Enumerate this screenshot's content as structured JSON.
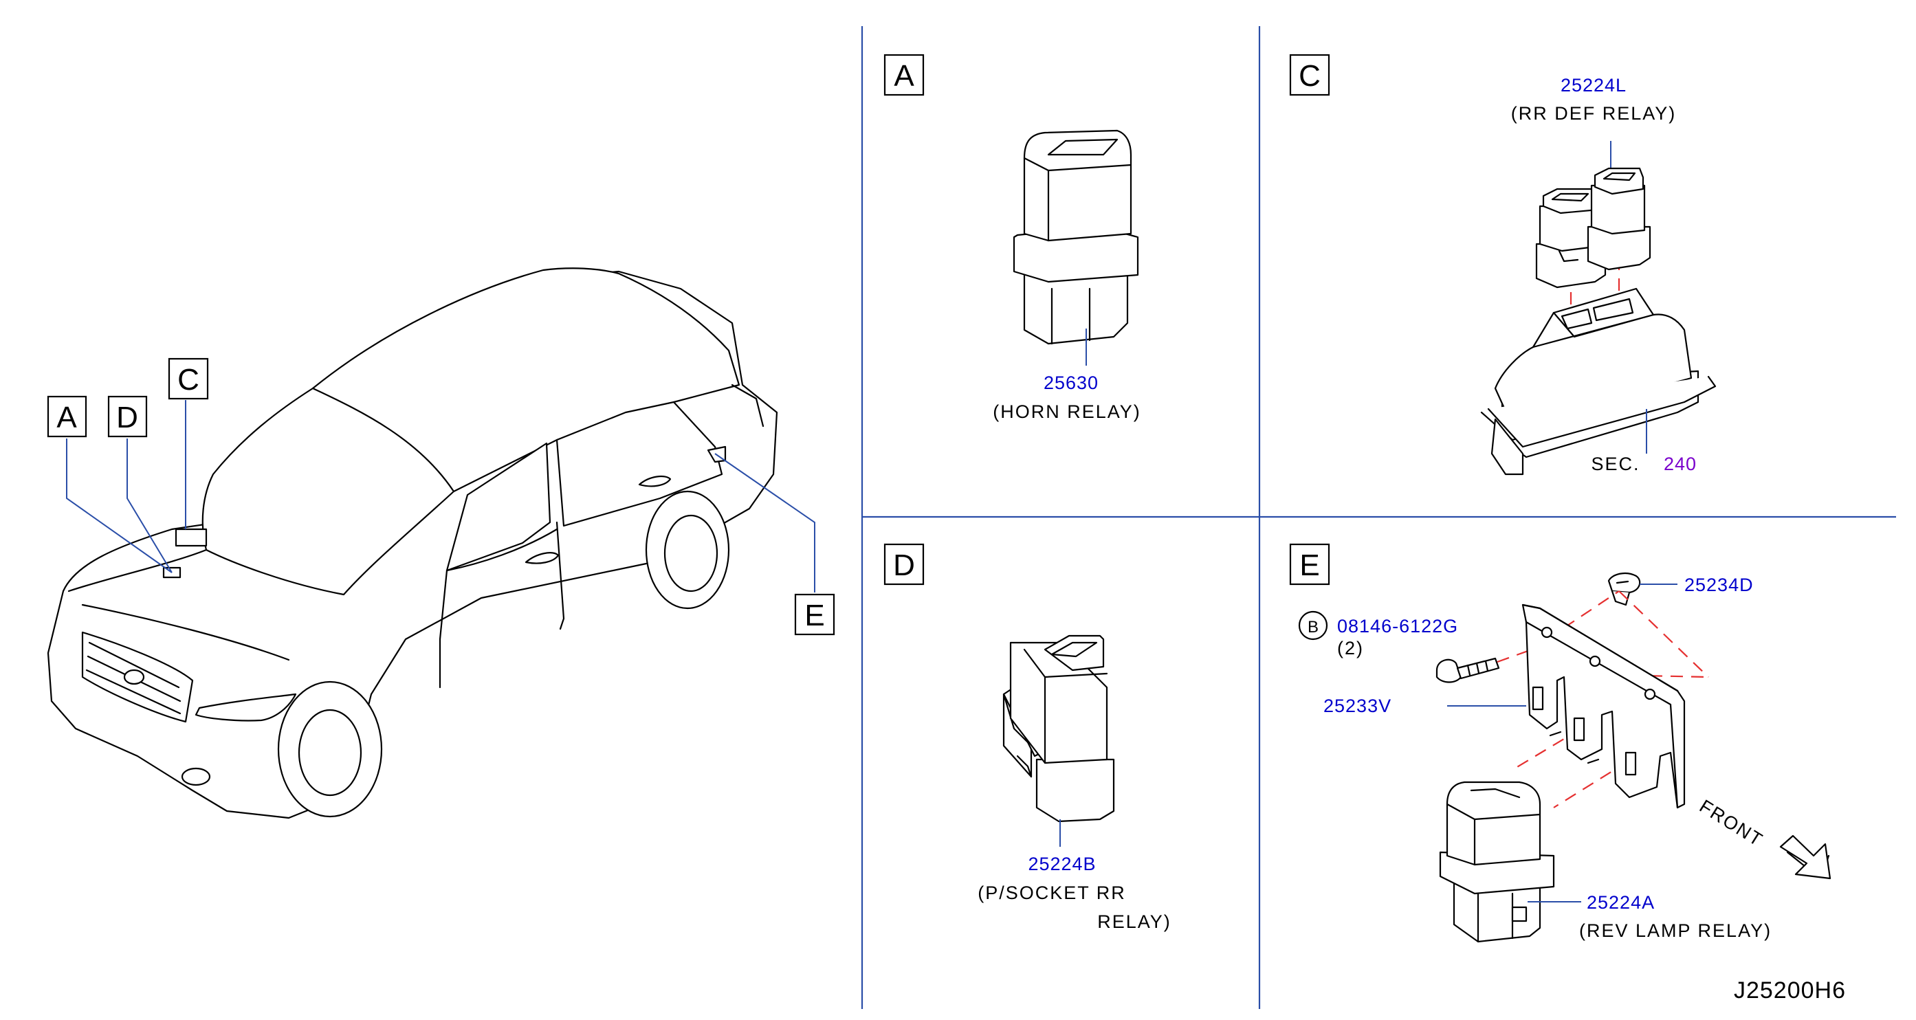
{
  "diagram_id": "J25200H6",
  "car": {
    "callouts": [
      "A",
      "D",
      "C",
      "E"
    ]
  },
  "panels": {
    "A": {
      "letter": "A",
      "part_number": "25630",
      "caption": "(HORN   RELAY)"
    },
    "C": {
      "letter": "C",
      "part_number": "25224L",
      "caption": "(RR   DEF   RELAY)",
      "sec_prefix": "SEC.",
      "sec_number": "240"
    },
    "D": {
      "letter": "D",
      "part_number": "25224B",
      "caption_line1": "(P/SOCKET   RR",
      "caption_line2": "RELAY)"
    },
    "E": {
      "letter": "E",
      "bolt_symbol": "B",
      "bolt_number": "08146-6122G",
      "bolt_qty": "(2)",
      "clip_number": "25234D",
      "bracket_number": "25233V",
      "relay_number": "25224A",
      "relay_caption": "(REV   LAMP   RELAY)",
      "front_label": "FRONT"
    }
  },
  "colors": {
    "part_number": "#0000cc",
    "section_ref": "#7a00cc",
    "leader": "#2a4ea8",
    "guide_dash": "#e53030"
  }
}
